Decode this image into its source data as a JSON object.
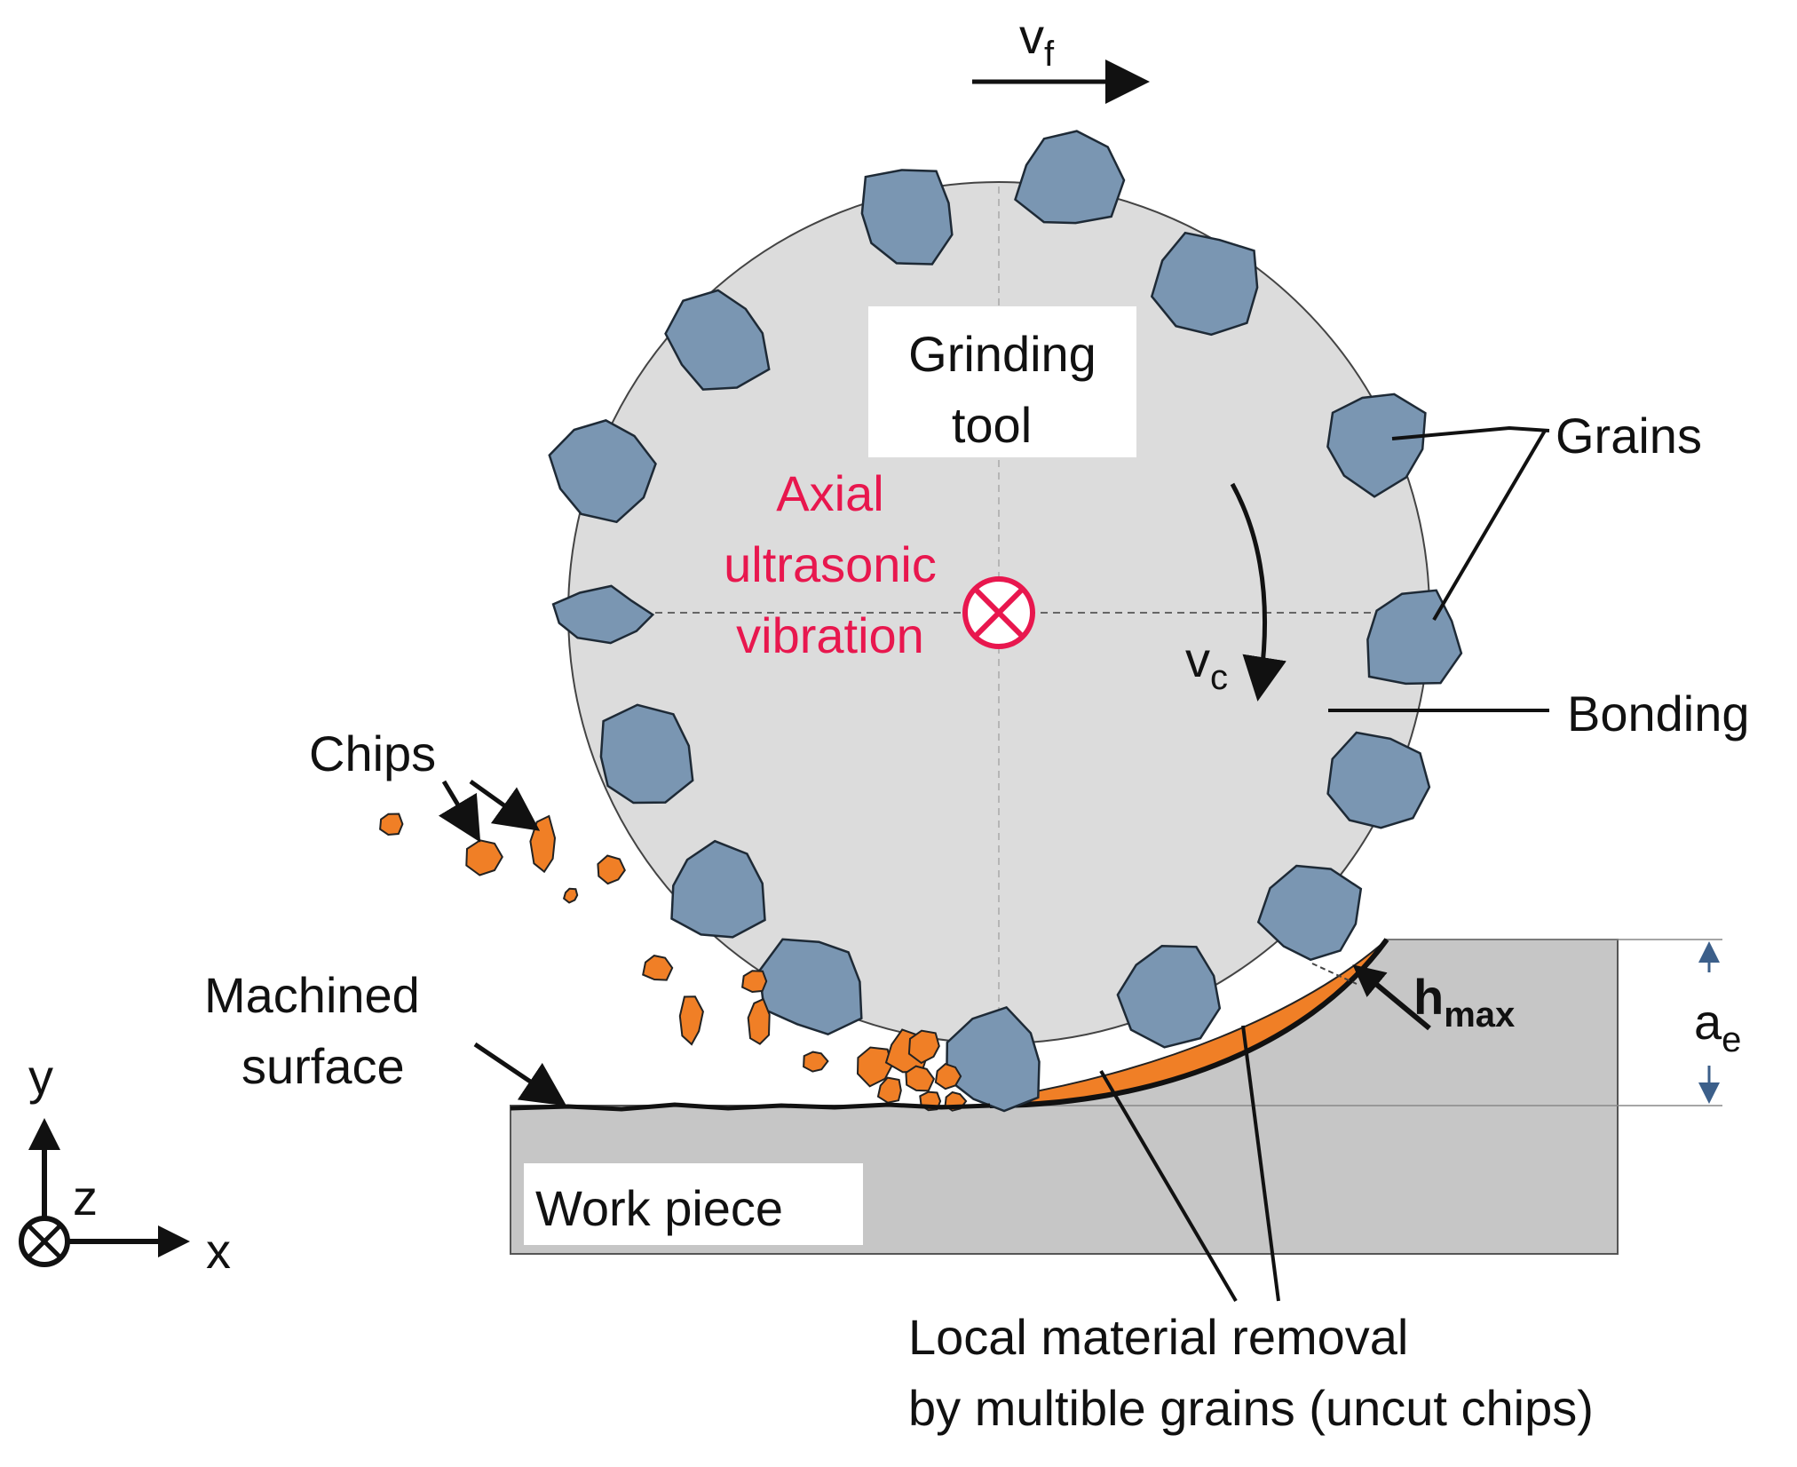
{
  "colors": {
    "wheel_fill": "#dcdcdc",
    "grain_fill": "#7a96b2",
    "chip_fill": "#f07f26",
    "workpiece_fill": "#c6c6c6",
    "vibration_text": "#e8174e",
    "ae_arrow": "#3c5f8a"
  },
  "icons": {
    "vibration_symbol": "circle-cross-icon",
    "z_axis_symbol": "circle-cross-icon"
  },
  "labels": {
    "feed_velocity": {
      "main": "v",
      "sub": "f"
    },
    "tool_line1": "Grinding",
    "tool_line2": "tool",
    "vibration_line1": "Axial",
    "vibration_line2": "ultrasonic",
    "vibration_line3": "vibration",
    "cutting_velocity": {
      "main": "v",
      "sub": "c"
    },
    "grains": "Grains",
    "bonding": "Bonding",
    "chips": "Chips",
    "machined_line1": "Machined",
    "machined_line2": "surface",
    "h_max": {
      "main": "h",
      "sub": "max"
    },
    "depth_of_cut": {
      "main": "a",
      "sub": "e"
    },
    "workpiece": "Work piece",
    "removal_line1": "Local material removal",
    "removal_line2": "by multible grains (uncut chips)",
    "axis_y": "y",
    "axis_z": "z",
    "axis_x": "x"
  }
}
